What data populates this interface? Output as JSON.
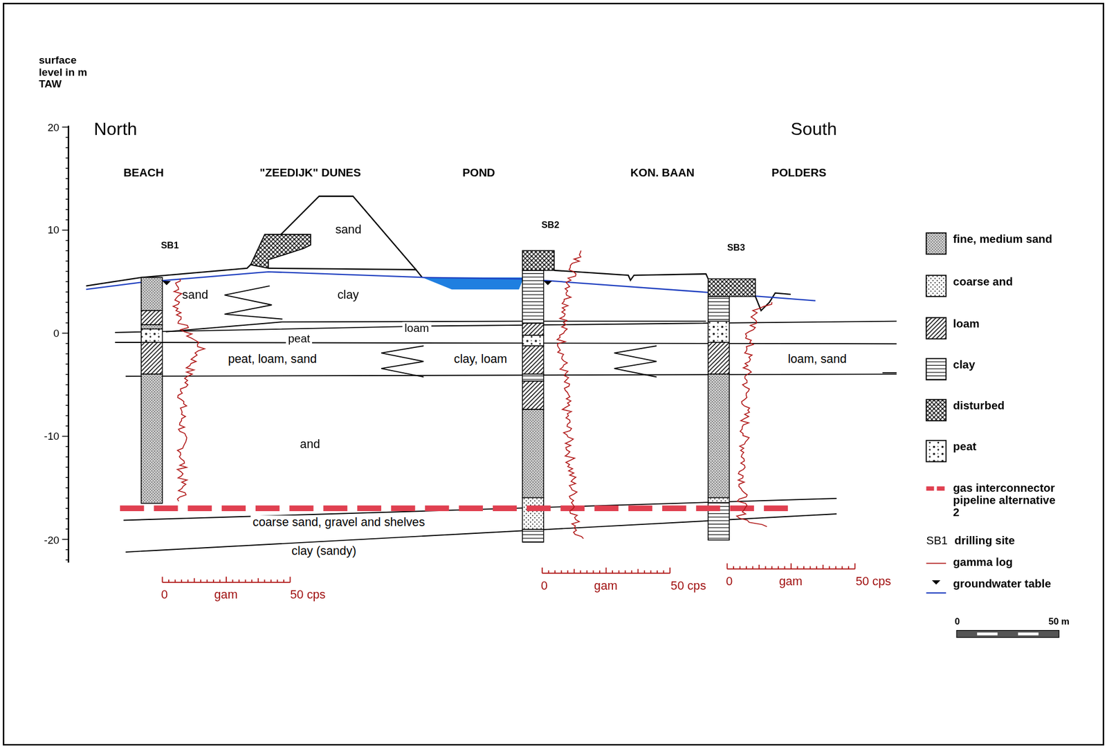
{
  "diagram": {
    "labels": [
      "surface level in m TAW",
      "20",
      "10",
      "0",
      "-10",
      "-20",
      "North",
      "South",
      "BEACH",
      "\"ZEEDIJK\" DUNES",
      "POND",
      "KON. BAAN",
      "POLDERS",
      "SB1",
      "SB2",
      "SB3",
      "sand",
      "sand",
      "clay",
      "loam",
      "peat",
      "peat, loam, sand",
      "clay, loam",
      "loam, sand",
      "and",
      "coarse sand, gravel and shelves",
      "clay (sandy)",
      "0",
      "gam",
      "50 cps",
      "0",
      "gam",
      "50 cps",
      "0",
      "gam",
      "50 cps",
      "SB1",
      "0",
      "50 m"
    ],
    "legend": [
      {
        "text": "fine, medium sand"
      },
      {
        "text": "coarse and"
      },
      {
        "text": "loam"
      },
      {
        "text": "clay"
      },
      {
        "text": "disturbed"
      },
      {
        "text": "peat"
      },
      {
        "text": "gas interconnector pipeline alternative 2"
      },
      {
        "text": "drilling site"
      },
      {
        "text": "gamma log"
      },
      {
        "text": "groundwater table"
      }
    ]
  }
}
